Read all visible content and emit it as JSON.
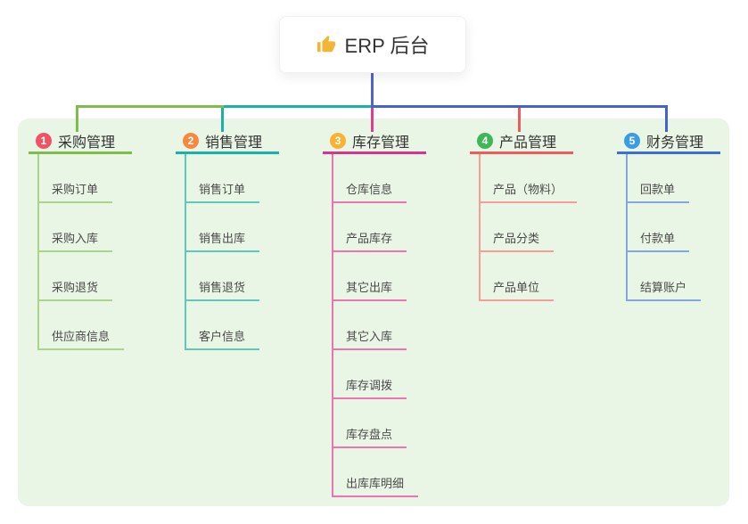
{
  "root": {
    "icon": "thumbs-up-icon",
    "icon_color": "#f2b636",
    "title": "ERP 后台"
  },
  "panel_color": "#eaf6e5",
  "connectors": {
    "root_blue": "#5164c9",
    "green": "#7fbd4a",
    "teal": "#17b3a6",
    "blue": "#4464cb",
    "magenta": "#df3d92",
    "red": "#ef5b5c"
  },
  "branches": [
    {
      "number": "1",
      "title": "采购管理",
      "badge_color": "#ee5466",
      "line_color": "#7fbd4a",
      "child_line_color": "#a9d58a",
      "children": [
        "采购订单",
        "采购入库",
        "采购退货",
        "供应商信息"
      ]
    },
    {
      "number": "2",
      "title": "销售管理",
      "badge_color": "#f8883f",
      "line_color": "#17b3a6",
      "child_line_color": "#5fc8bb",
      "children": [
        "销售订单",
        "销售出库",
        "销售退货",
        "客户信息"
      ]
    },
    {
      "number": "3",
      "title": "库存管理",
      "badge_color": "#f9b234",
      "line_color": "#d6348e",
      "child_line_color": "#ee74b1",
      "children": [
        "仓库信息",
        "产品库存",
        "其它出库",
        "其它入库",
        "库存调拨",
        "库存盘点",
        "出库库明细"
      ]
    },
    {
      "number": "4",
      "title": "产品管理",
      "badge_color": "#3cb857",
      "line_color": "#ef5b5c",
      "child_line_color": "#f59d96",
      "children": [
        "产品（物料）",
        "产品分类",
        "产品单位"
      ]
    },
    {
      "number": "5",
      "title": "财务管理",
      "badge_color": "#3a9ce2",
      "line_color": "#3e6ed2",
      "child_line_color": "#82a6e6",
      "children": [
        "回款单",
        "付款单",
        "结算账户"
      ]
    }
  ]
}
